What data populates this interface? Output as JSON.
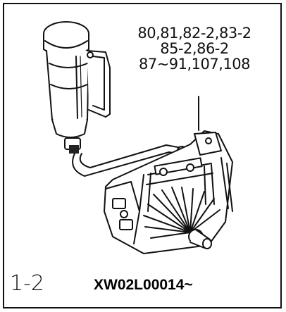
{
  "callout": {
    "line1": "80,81,82-2,83-2",
    "line2": "85-2,86-2",
    "line3": "87~91,107,108"
  },
  "figure_number": "1-2",
  "serial_number": "XW02L00014~",
  "colors": {
    "ink": "#111111",
    "background": "#ffffff"
  }
}
